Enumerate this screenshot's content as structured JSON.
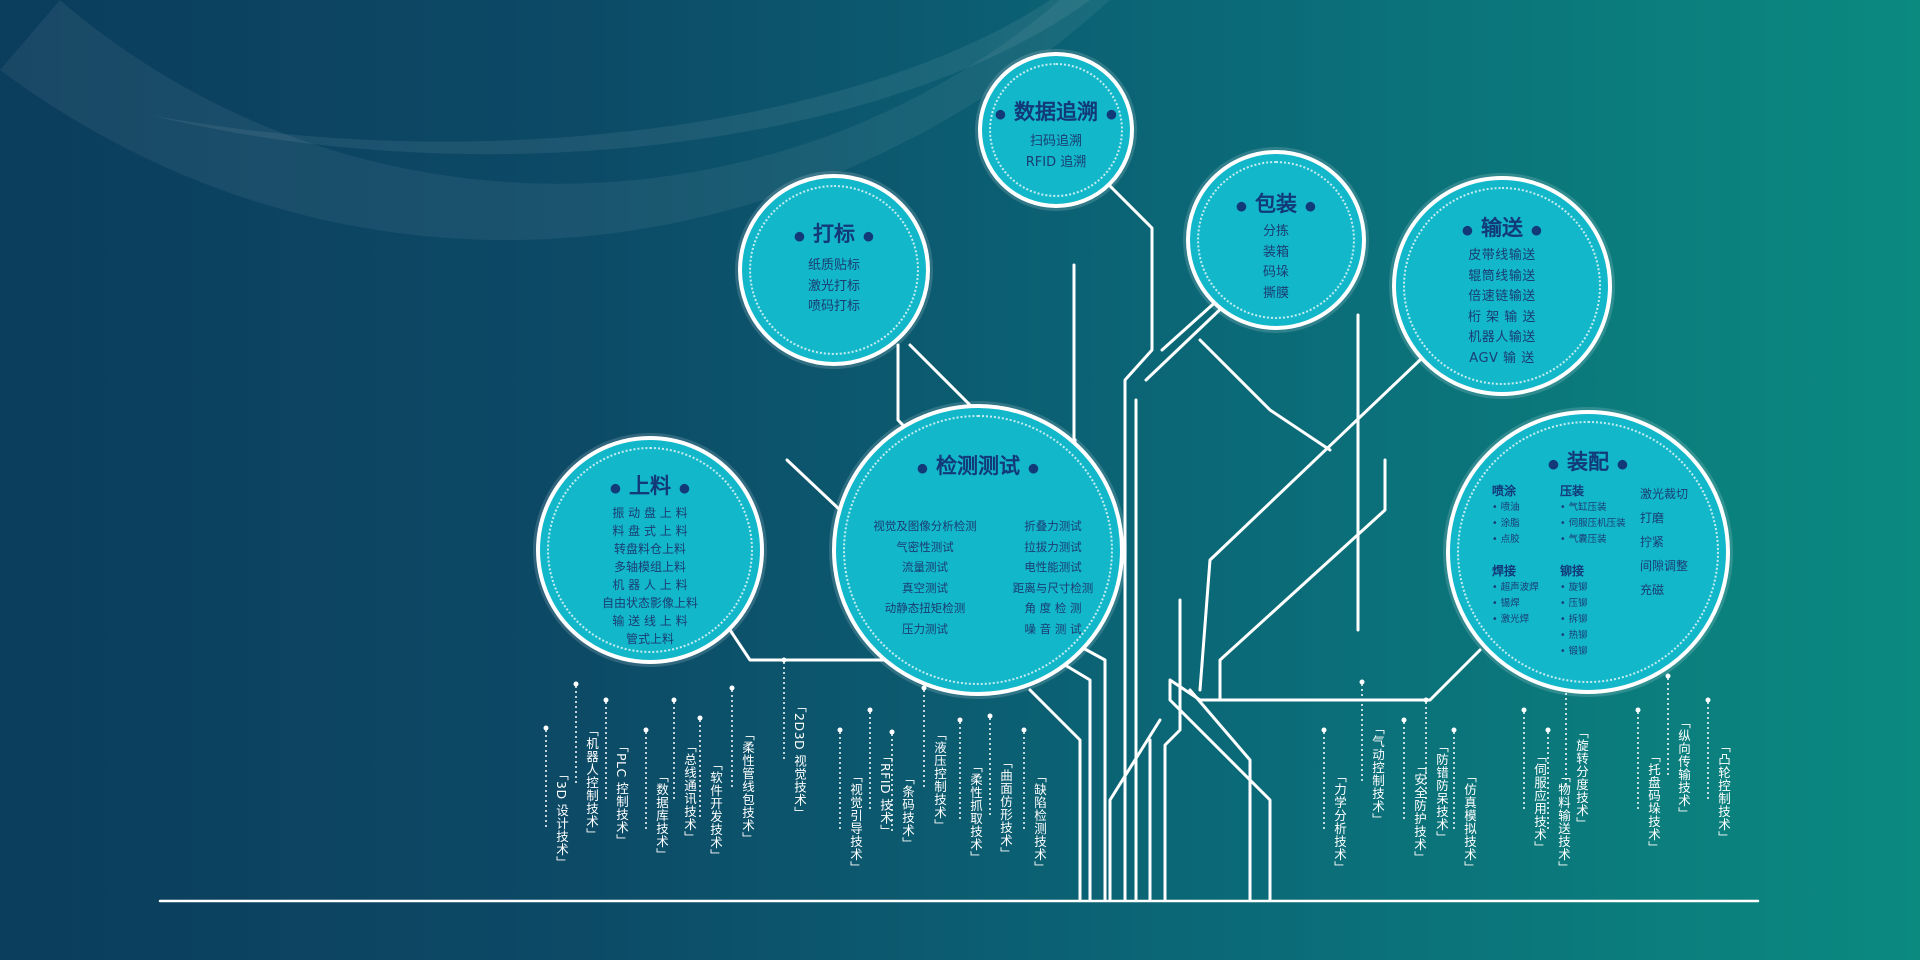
{
  "colors": {
    "bubble": "#13b7ca",
    "title": "#123a78",
    "text": "#1a3d72",
    "line": "#ffffff"
  },
  "nodes": {
    "data_trace": {
      "title": "数据追溯",
      "items": [
        "扫码追溯",
        "RFID 追溯"
      ]
    },
    "marking": {
      "title": "打标",
      "items": [
        "纸质贴标",
        "激光打标",
        "喷码打标"
      ]
    },
    "packaging": {
      "title": "包装",
      "items": [
        "分拣",
        "装箱",
        "码垛",
        "撕膜"
      ]
    },
    "conveying": {
      "title": "输送",
      "items": [
        "皮带线输送",
        "辊筒线输送",
        "倍速链输送",
        "桁 架 输 送",
        "机器人输送",
        "AGV 输 送"
      ]
    },
    "feeding": {
      "title": "上料",
      "items": [
        "振 动 盘 上 料",
        "料 盘 式 上 料",
        "转盘料仓上料",
        "多轴模组上料",
        "机 器 人 上 料",
        "自由状态影像上料",
        "输 送 线 上 料",
        "管式上料"
      ]
    },
    "inspection": {
      "title": "检测测试",
      "left": [
        "视觉及图像分析检测",
        "气密性测试",
        "流量测试",
        "真空测试",
        "动静态扭矩检测",
        "压力测试"
      ],
      "right": [
        "折叠力测试",
        "拉拔力测试",
        "电性能测试",
        "距离与尺寸检测",
        "角 度 检 测",
        "噪 音 测 试"
      ]
    },
    "assembly": {
      "title": "装配",
      "spray": {
        "head": "喷涂",
        "items": [
          "• 喷油",
          "• 涂脂",
          "• 点胶"
        ]
      },
      "weld": {
        "head": "焊接",
        "items": [
          "• 超声波焊",
          "• 锡焊",
          "• 激光焊"
        ]
      },
      "press": {
        "head": "压装",
        "items": [
          "• 气缸压装",
          "• 伺服压机压装",
          "• 气囊压装"
        ]
      },
      "rivet": {
        "head": "铆接",
        "items": [
          "• 旋铆",
          "• 压铆",
          "• 拆铆",
          "• 热铆",
          "• 锻铆"
        ]
      },
      "right": [
        "激光裁切",
        "打磨",
        "拧紧",
        "间隙调整",
        "充磁"
      ]
    }
  },
  "techs": [
    "「3D 设计技术」",
    "「机器人控制技术」",
    "「PLC 控制技术」",
    "「数据库技术」",
    "「总线通讯技术」",
    "「软件开发技术」",
    "「柔性管线包技术」",
    "「2D3D 视觉技术」",
    "「视觉引导技术」",
    "「RFID 技术」",
    "「条码技术」",
    "「液压控制技术」",
    "「柔性抓取技术」",
    "「曲面仿形技术」",
    "「缺陷检测技术」",
    "「力学分析技术」",
    "「气动控制技术」",
    "「安全防护技术」",
    "「防错防呆技术」",
    "「仿真模拟技术」",
    "「伺服应用技术」",
    "「旋转分度技术」",
    "「物料输送技术」",
    "「托盘码垛技术」",
    "「纵向传输技术」",
    "「凸轮控制技术」"
  ]
}
